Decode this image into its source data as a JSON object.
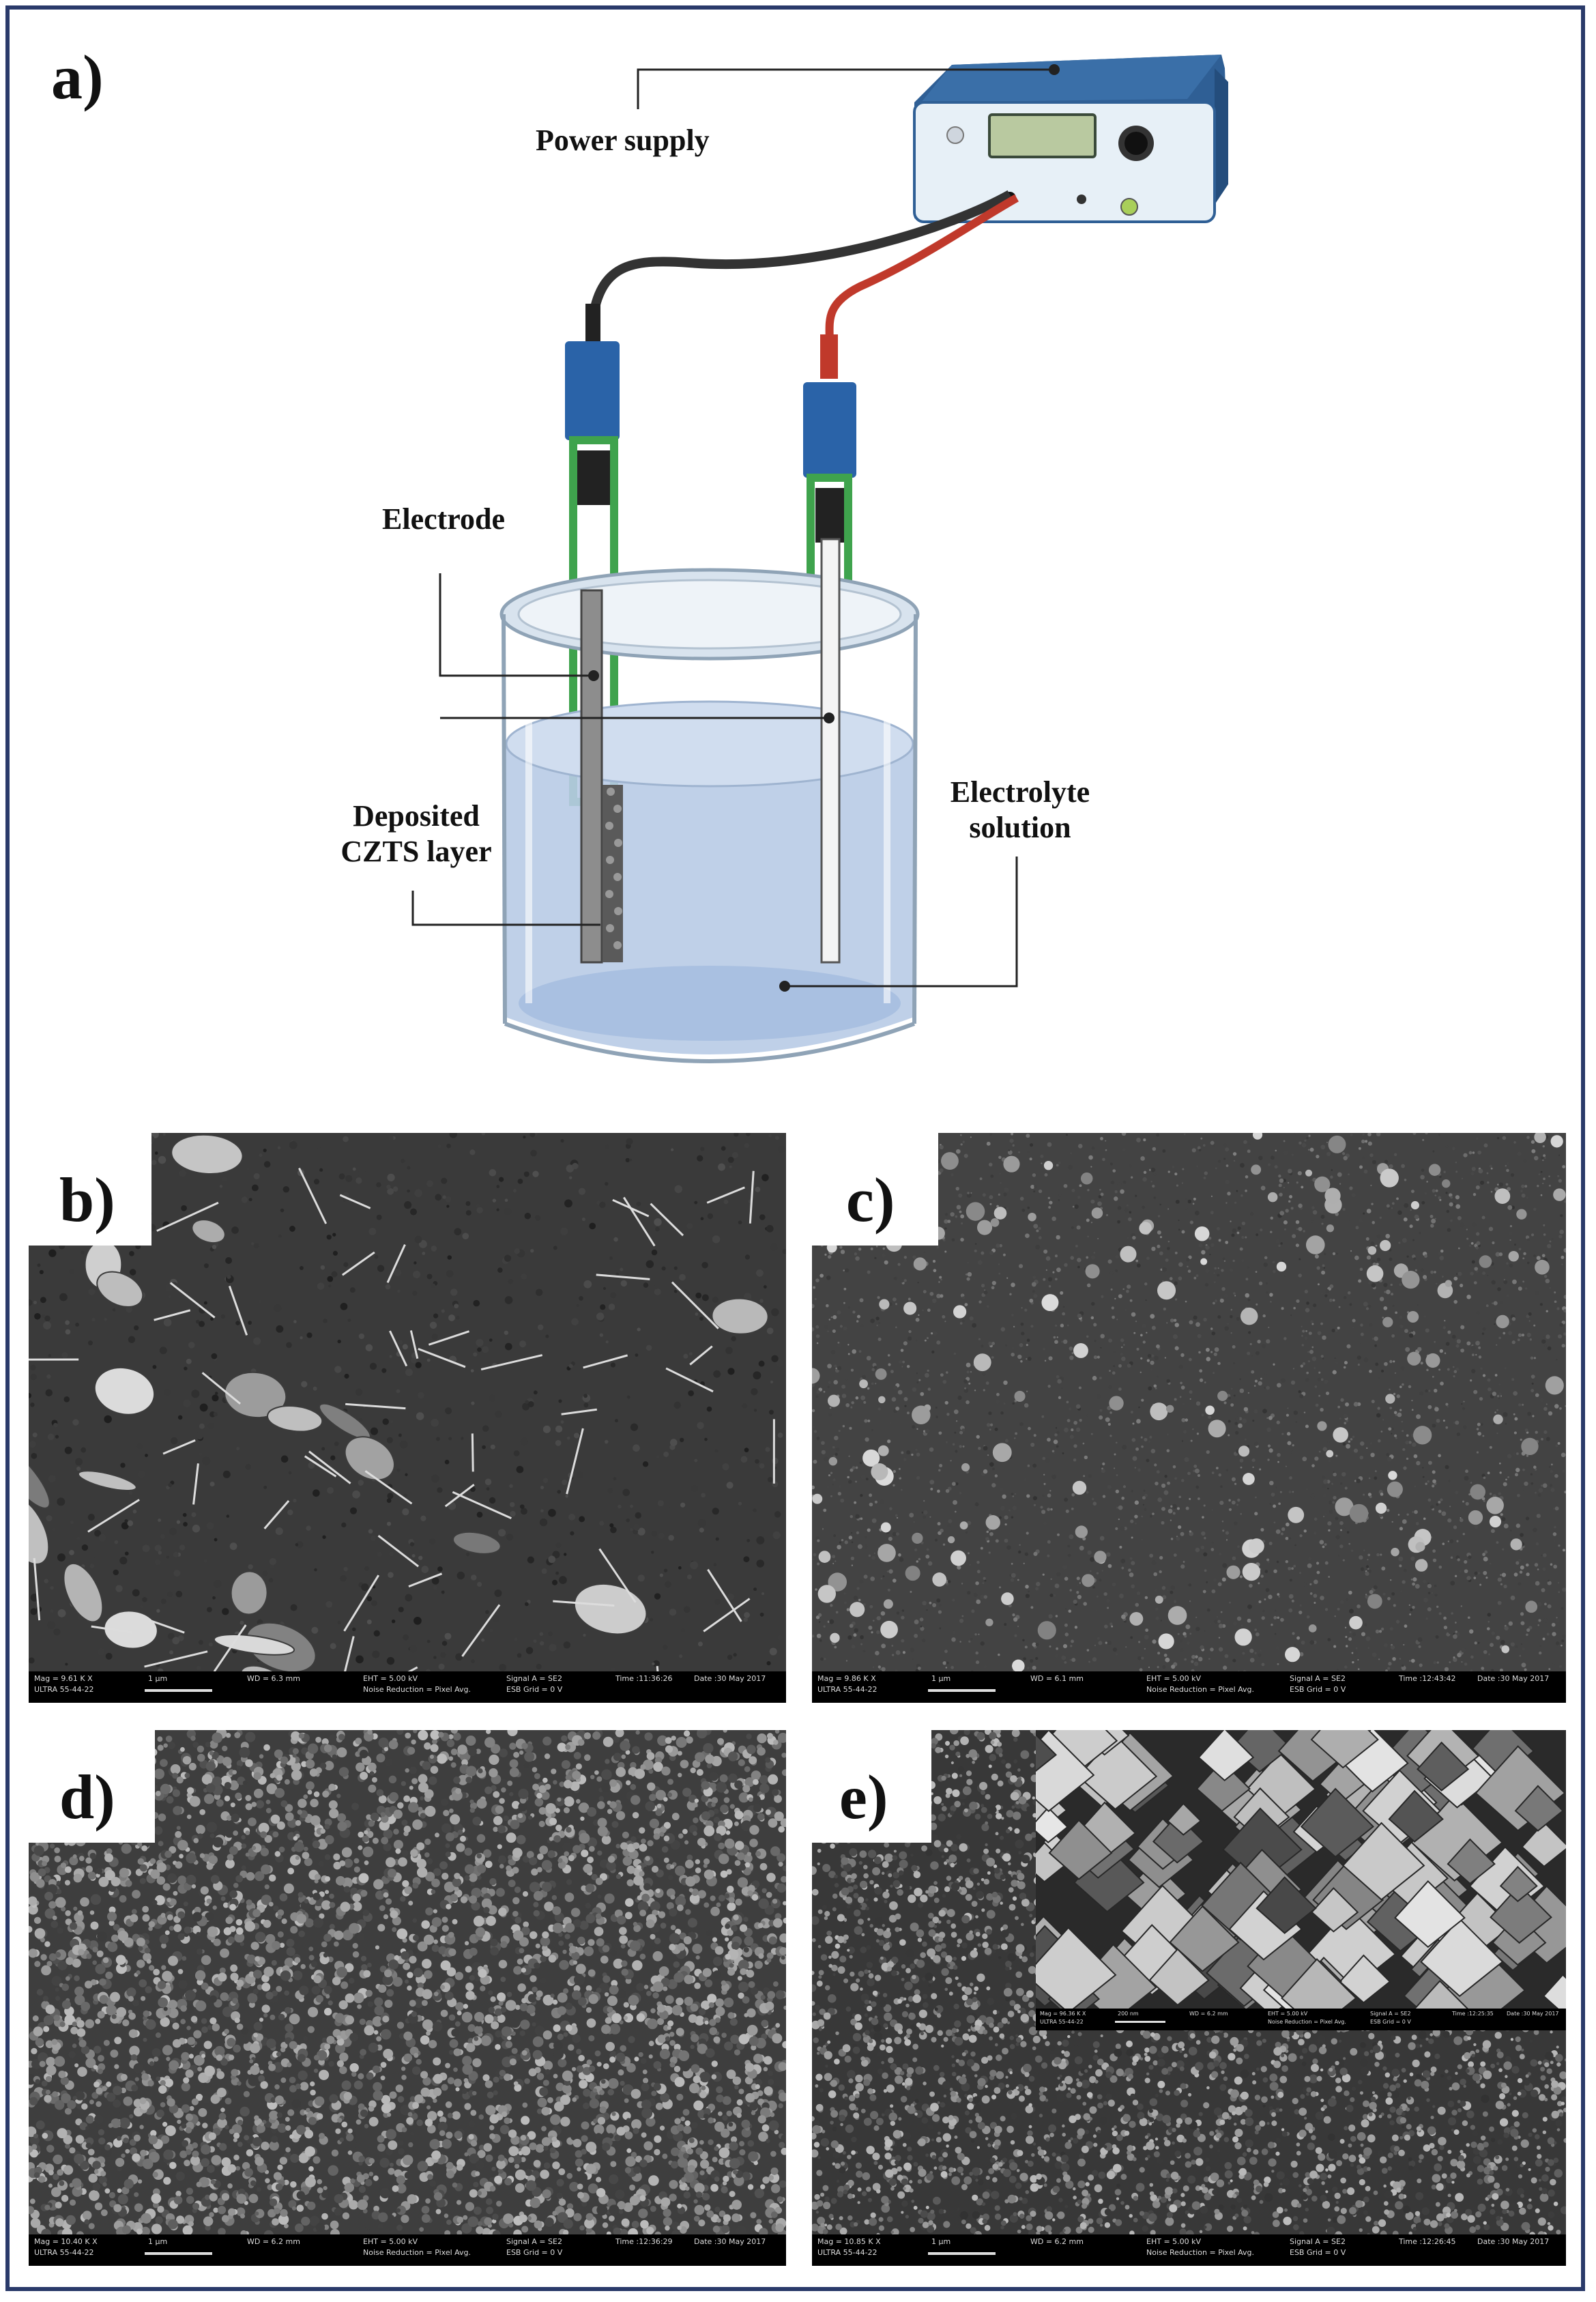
{
  "panel_a": {
    "label": "a)",
    "callouts": {
      "power_supply": "Power supply",
      "electrode": "Electrode",
      "deposited_line1": "Deposited",
      "deposited_line2": "CZTS layer",
      "electrolyte_line1": "Electrolyte",
      "electrolyte_line2": "solution"
    }
  },
  "sem_panels": [
    {
      "label": "b)",
      "bar": {
        "mag": "Mag =  9.61 K X",
        "ultra": "ULTRA 55-44-22",
        "scale": "1 µm",
        "wd": "WD =  6.3 mm",
        "eht": "EHT =  5.00 kV",
        "noise": "Noise Reduction = Pixel Avg.",
        "signal": "Signal A = SE2",
        "esb": "ESB Grid =    0 V",
        "time": "Time :11:36:26",
        "date": "Date :30 May 2017"
      }
    },
    {
      "label": "c)",
      "bar": {
        "mag": "Mag =  9.86 K X",
        "ultra": "ULTRA 55-44-22",
        "scale": "1 µm",
        "wd": "WD =  6.1 mm",
        "eht": "EHT =  5.00 kV",
        "noise": "Noise Reduction = Pixel Avg.",
        "signal": "Signal A = SE2",
        "esb": "ESB Grid =    0 V",
        "time": "Time :12:43:42",
        "date": "Date :30 May 2017"
      }
    },
    {
      "label": "d)",
      "bar": {
        "mag": "Mag =  10.40 K X",
        "ultra": "ULTRA 55-44-22",
        "scale": "1 µm",
        "wd": "WD =  6.2 mm",
        "eht": "EHT =  5.00 kV",
        "noise": "Noise Reduction = Pixel Avg.",
        "signal": "Signal A = SE2",
        "esb": "ESB Grid =    0 V",
        "time": "Time :12:36:29",
        "date": "Date :30 May 2017"
      }
    },
    {
      "label": "e)",
      "bar": {
        "mag": "Mag =  10.85 K X",
        "ultra": "ULTRA 55-44-22",
        "scale": "1 µm",
        "wd": "WD =  6.2 mm",
        "eht": "EHT =  5.00 kV",
        "noise": "Noise Reduction = Pixel Avg.",
        "signal": "Signal A = SE2",
        "esb": "ESB Grid =    0 V",
        "time": "Time :12:26:45",
        "date": "Date :30 May 2017"
      },
      "inset_bar": {
        "mag": "Mag =  96.36 K X",
        "ultra": "ULTRA 55-44-22",
        "scale": "200 nm",
        "wd": "WD =  6.2 mm",
        "eht": "EHT =  5.00 kV",
        "noise": "Noise Reduction = Pixel Avg.",
        "signal": "Signal A = SE2",
        "esb": "ESB Grid =    0 V",
        "time": "Time :12:25:35",
        "date": "Date :30 May 2017"
      }
    }
  ],
  "colors": {
    "frame": "#2a3a6a",
    "supply_body": "#2f5f95",
    "lead_black": "#333333",
    "lead_red": "#c0392b",
    "clip_blue": "#2a63a8",
    "clip_green": "#3fa34d",
    "electrolyte": "#b8cbe6"
  }
}
